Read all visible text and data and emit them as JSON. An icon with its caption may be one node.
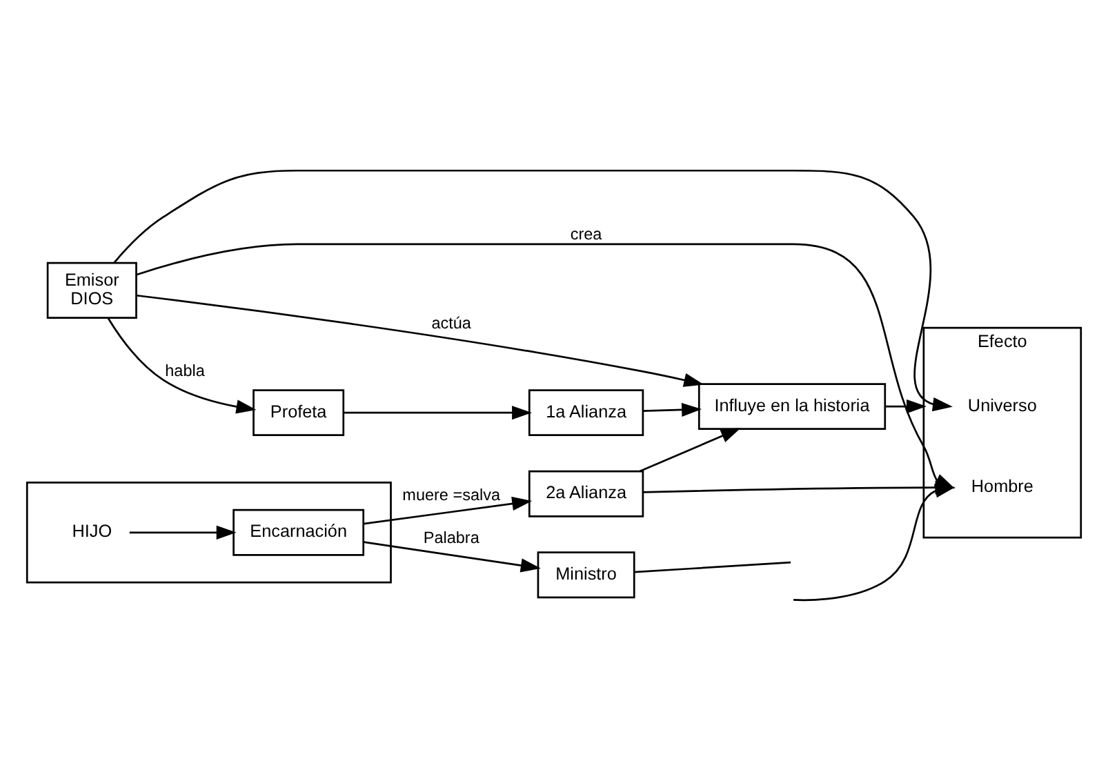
{
  "diagram": {
    "nodes": [
      {
        "text": [
          "Emisor",
          "DIOS"
        ]
      },
      {
        "text": [
          "Efecto"
        ]
      },
      {
        "text": [
          "Universo"
        ],
        "in": 1
      },
      {
        "text": [
          "Hombre"
        ],
        "in": 1
      },
      {
        "text": [
          "Influye en la historia"
        ]
      },
      {
        "text": [
          "Profeta"
        ]
      },
      {
        "text": [
          "1a Alianza"
        ]
      },
      {
        "text": [],
        "shape": "box"
      },
      {
        "text": [
          "HIJO"
        ],
        "in": 7
      },
      {
        "text": [
          "Encarnación"
        ],
        "in": 7
      },
      {
        "text": [
          "2a Alianza"
        ]
      },
      {
        "text": [
          "Ministro"
        ]
      }
    ],
    "edges": [
      {
        "from": 0,
        "to": 2,
        "arrow": "to"
      },
      {
        "from": 0,
        "to": 3,
        "arrow": "to",
        "label": "crea"
      },
      {
        "from": 0,
        "to": 4,
        "arrow": "to",
        "label": "actúa"
      },
      {
        "from": 0,
        "to": 5,
        "arrow": "to",
        "label": "habla"
      },
      {
        "from": 5,
        "to": 6,
        "arrow": "to"
      },
      {
        "from": 6,
        "to": 4,
        "arrow": "to"
      },
      {
        "from": 4,
        "to": 1,
        "arrow": "to"
      },
      {
        "from": 8,
        "to": 9,
        "arrow": "to"
      },
      {
        "from": 9,
        "to": 10,
        "arrow": "to",
        "label": "muere =salva"
      },
      {
        "from": 10,
        "to": 4,
        "arrow": "to"
      },
      {
        "from": 10,
        "to": 3,
        "arrow": "to"
      },
      {
        "from": null,
        "to": 3,
        "arrow": "to"
      },
      {
        "from": 9,
        "to": 11,
        "arrow": "to",
        "label": "Palabra"
      },
      {
        "from": 11,
        "to": null,
        "arrow": "none"
      }
    ]
  }
}
